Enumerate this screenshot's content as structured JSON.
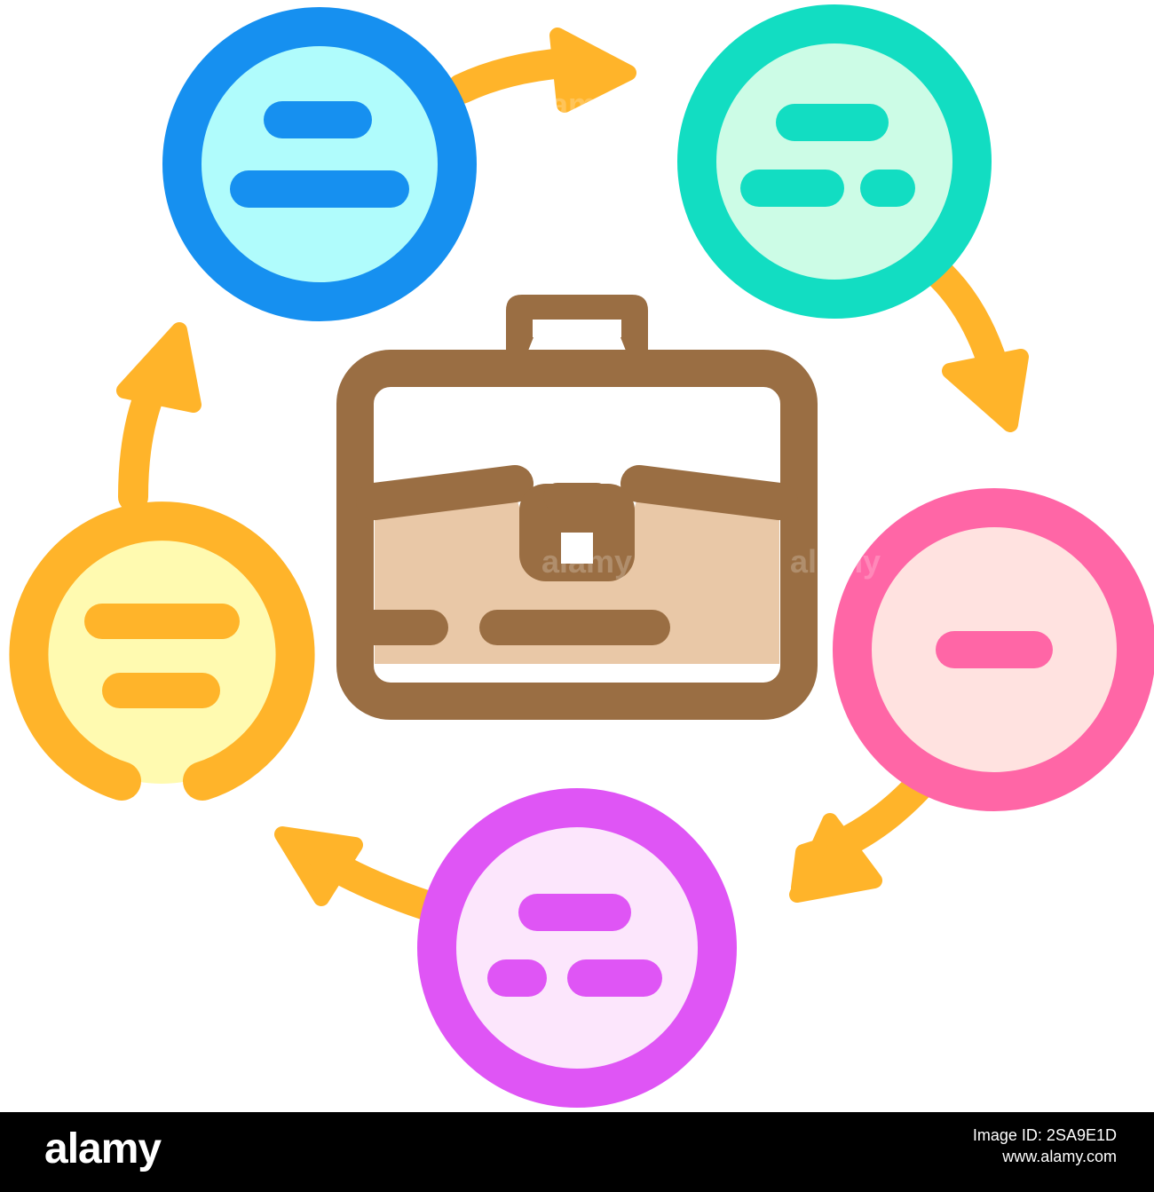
{
  "colors": {
    "blue_ring": "#1690F0",
    "blue_fill": "#B0FCFC",
    "green_ring": "#12DDC2",
    "green_fill": "#CCFCE6",
    "pink_ring": "#FF66A6",
    "pink_fill": "#FFE2E0",
    "purple_ring": "#DF55F5",
    "purple_fill": "#FCE6FC",
    "yellow_ring": "#FFB42A",
    "yellow_fill": "#FFFAB0",
    "arrow": "#FFB42A",
    "briefcase_stroke": "#9A6E43",
    "briefcase_fill": "#E9C8A7"
  },
  "icons": {
    "center": "briefcase-icon",
    "nodes": [
      "blue-node-icon",
      "green-node-icon",
      "pink-node-icon",
      "purple-node-icon",
      "yellow-node-icon"
    ],
    "arrows": "cycle-arrow-icon"
  },
  "watermark": {
    "text": "alamy"
  },
  "footer": {
    "logo": "alamy",
    "image_id_label": "Image ID: 2SA9E1D",
    "url": "www.alamy.com"
  }
}
